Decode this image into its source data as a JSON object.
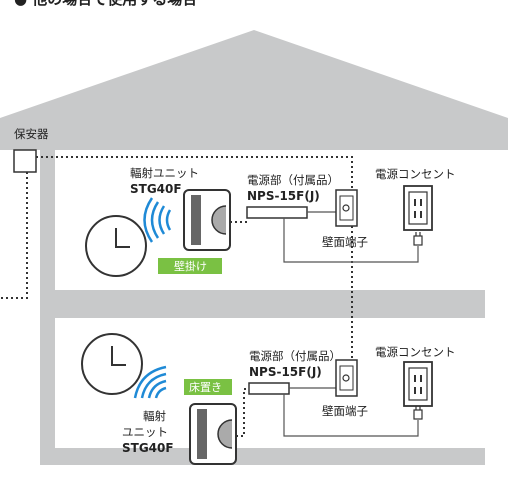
{
  "heading": "● 他の場合で使用する場合",
  "colors": {
    "house": "#c8c9ca",
    "accent_green": "#7ac143",
    "wave_blue": "#1f8ad6"
  },
  "floor1": {
    "protector_label": "保安器",
    "radiator_label_line1": "輻射ユニット",
    "radiator_model": "STG40F",
    "mount_tag": "壁掛け",
    "power_unit_label": "電源部（付属品）",
    "power_unit_model": "NPS-15F(J)",
    "wall_terminal_label": "壁面端子",
    "outlet_label": "電源コンセント"
  },
  "floor2": {
    "mount_tag": "床置き",
    "radiator_label_line1": "輻射",
    "radiator_label_line2": "ユニット",
    "radiator_model": "STG40F",
    "power_unit_label": "電源部（付属品）",
    "power_unit_model": "NPS-15F(J)",
    "wall_terminal_label": "壁面端子",
    "outlet_label": "電源コンセント"
  }
}
